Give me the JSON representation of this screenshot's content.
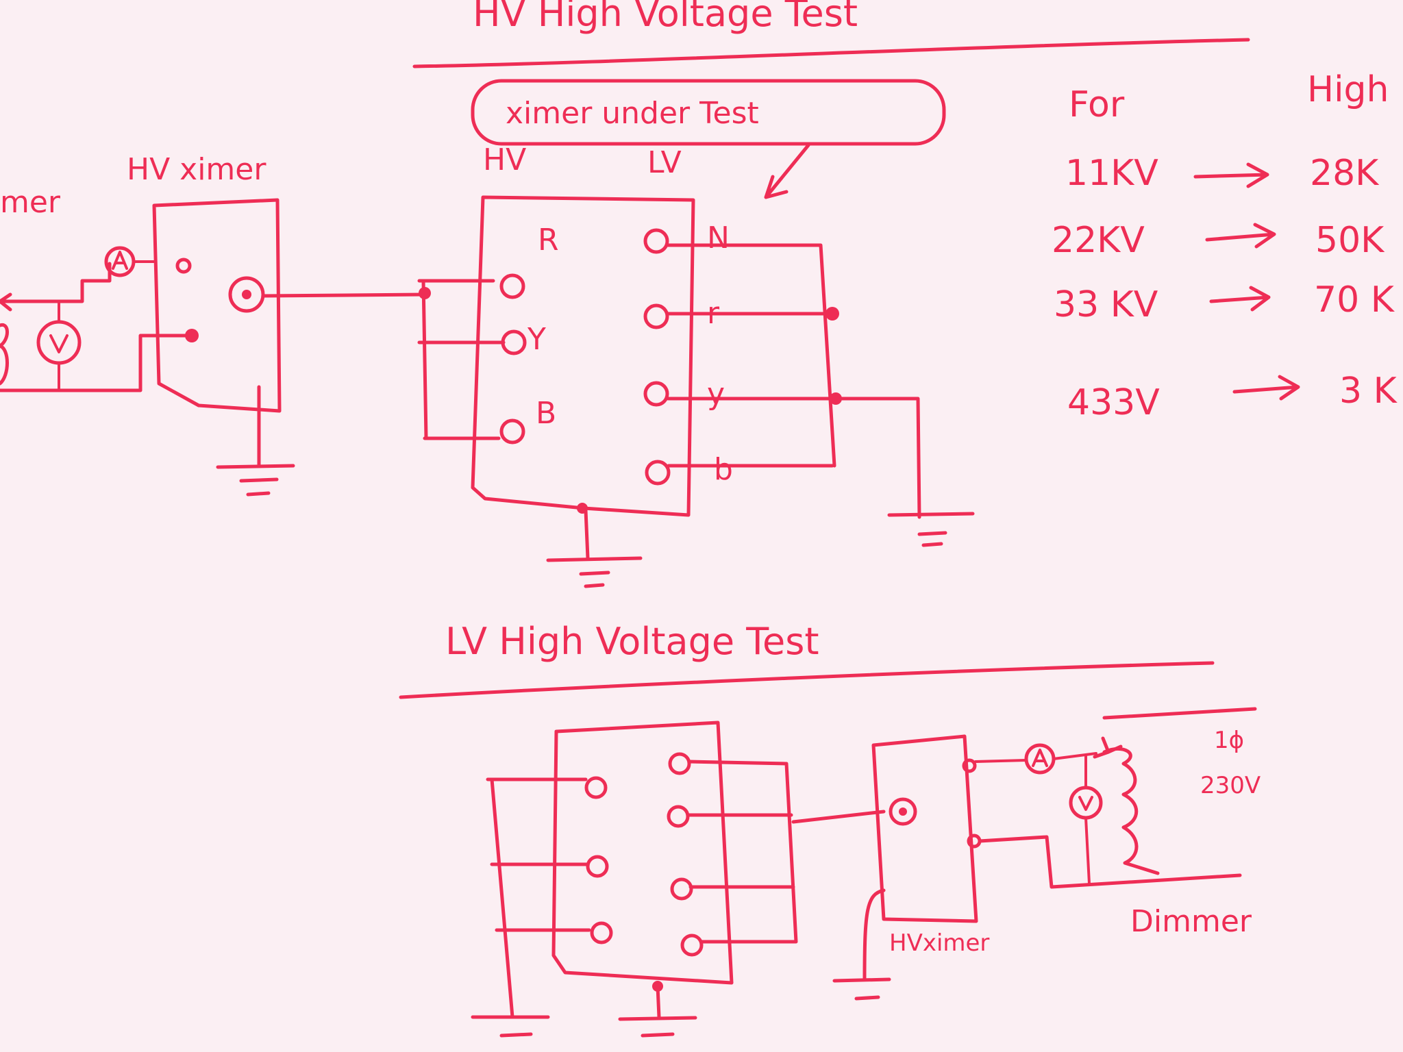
{
  "hv_section": {
    "title": "HV High Voltage Test",
    "dimmer_label_fragment": "mer",
    "hv_xmer_label": "HV ximer",
    "xmer_under_test_label": "ximer under Test",
    "hv_side_label": "HV",
    "lv_side_label": "LV",
    "hv_terminals": [
      "R",
      "Y",
      "B"
    ],
    "lv_terminals": [
      "N",
      "r",
      "y",
      "b"
    ]
  },
  "voltage_table": {
    "header_left": "For",
    "header_right": "High",
    "rows": [
      {
        "rated": "11KV",
        "test": "28K"
      },
      {
        "rated": "22KV",
        "test": "50K"
      },
      {
        "rated": "33 KV",
        "test": "70 K"
      },
      {
        "rated": "433V",
        "test": "3 K"
      }
    ]
  },
  "lv_section": {
    "title": "LV High Voltage Test",
    "hv_xmer_label": "HVximer",
    "dimmer_label": "Dimmer",
    "supply_phase": "1ϕ",
    "supply_voltage": "230V"
  },
  "colors": {
    "ink": "#ee2d55",
    "paper": "#fbeff3"
  }
}
